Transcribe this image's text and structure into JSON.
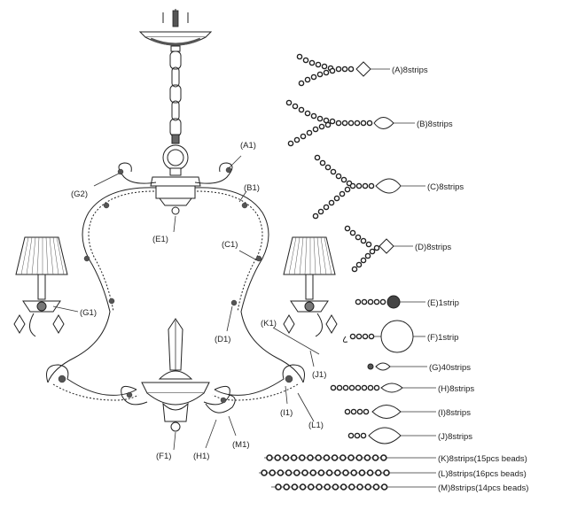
{
  "fixture_labels": {
    "A1": "(A1)",
    "B1": "(B1)",
    "C1": "(C1)",
    "D1": "(D1)",
    "E1": "(E1)",
    "F1": "(F1)",
    "G1": "(G1)",
    "G2": "(G2)",
    "H1": "(H1)",
    "I1": "(I1)",
    "J1": "(J1)",
    "K1": "(K1)",
    "L1": "(L1)",
    "M1": "(M1)"
  },
  "parts_legend": [
    {
      "id": "A",
      "text": "(A)8strips"
    },
    {
      "id": "B",
      "text": "(B)8strips"
    },
    {
      "id": "C",
      "text": "(C)8strips"
    },
    {
      "id": "D",
      "text": "(D)8strips"
    },
    {
      "id": "E",
      "text": "(E)1strip"
    },
    {
      "id": "F",
      "text": "(F)1strip"
    },
    {
      "id": "G",
      "text": "(G)40strips"
    },
    {
      "id": "H",
      "text": "(H)8strips"
    },
    {
      "id": "I",
      "text": "(I)8strips"
    },
    {
      "id": "J",
      "text": "(J)8strips"
    },
    {
      "id": "K",
      "text": "(K)8strips(15pcs beads)"
    },
    {
      "id": "L",
      "text": "(L)8strips(16pcs beads)"
    },
    {
      "id": "M",
      "text": "(M)8strips(14pcs beads)"
    }
  ]
}
